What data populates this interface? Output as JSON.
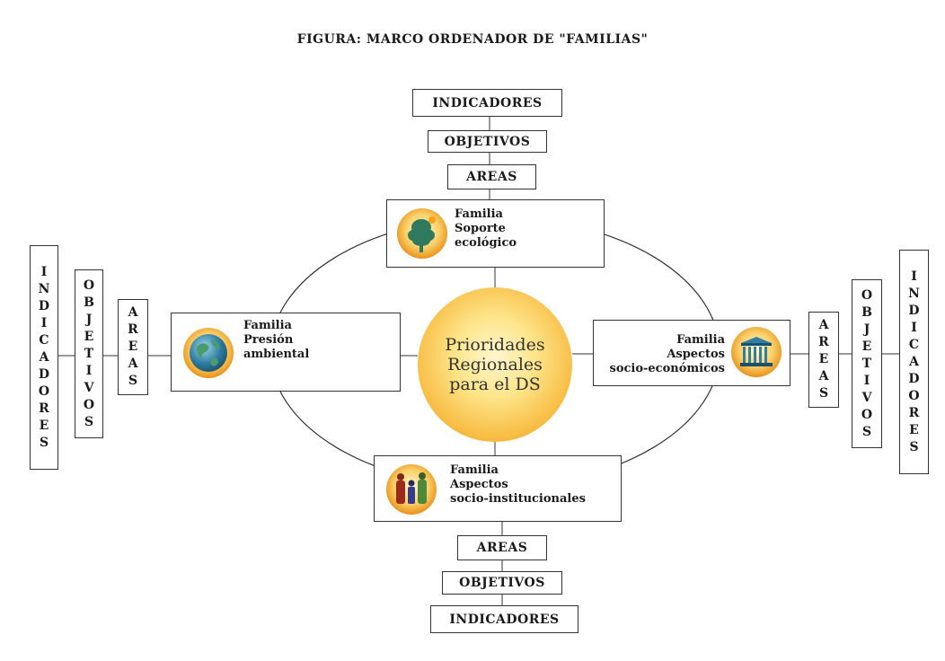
{
  "title": "FIGURA: MARCO ORDENADOR DE \"FAMILIAS\"",
  "center": {
    "lines": [
      "Prioridades",
      "Regionales",
      "para el DS"
    ]
  },
  "families": {
    "top": {
      "lines": [
        "Familia",
        "Soporte",
        "ecológico"
      ],
      "icon": "tree-icon"
    },
    "left": {
      "lines": [
        "Familia",
        "Presión",
        "ambiental"
      ],
      "icon": "globe-icon"
    },
    "right": {
      "lines": [
        "Familia",
        "Aspectos",
        "socio-económicos"
      ],
      "icon": "building-columns-icon"
    },
    "bottom": {
      "lines": [
        "Familia",
        "Aspectos",
        "socio-institucionales"
      ],
      "icon": "people-icon"
    }
  },
  "branches": {
    "top": {
      "areas": "AREAS",
      "objetivos": "OBJETIVOS",
      "indicadores": "INDICADORES"
    },
    "bottom": {
      "areas": "AREAS",
      "objetivos": "OBJETIVOS",
      "indicadores": "INDICADORES"
    },
    "left": {
      "areas": "AREAS",
      "objetivos": "OBJETIVOS",
      "indicadores": "INDICADORES"
    },
    "right": {
      "areas": "AREAS",
      "objetivos": "OBJETIVOS",
      "indicadores": "INDICADORES"
    }
  },
  "colors": {
    "orange": "#f4a623",
    "gold_light": "#fde58a",
    "tree_green": "#2f7a5f",
    "globe_blue": "#2e7fa4",
    "line": "#333333"
  }
}
